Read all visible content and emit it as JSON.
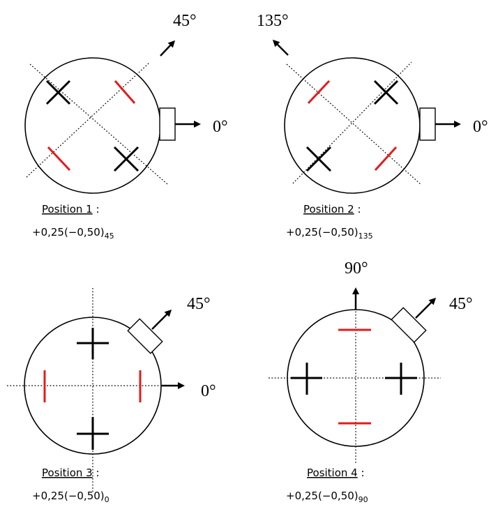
{
  "colors": {
    "black": "#000000",
    "red": "#e31b1b"
  },
  "diagrams": [
    {
      "id": "position1",
      "angle_labels": [
        "45°",
        "0°"
      ],
      "caption": {
        "title": "Position 1",
        "colon": " :",
        "formula": "+0,25(−0,50)",
        "subscript": "45"
      }
    },
    {
      "id": "position2",
      "angle_labels": [
        "135°",
        "0°"
      ],
      "caption": {
        "title": "Position 2",
        "colon": " :",
        "formula": "+0,25(−0,50)",
        "subscript": "135"
      }
    },
    {
      "id": "position3",
      "angle_labels": [
        "45°",
        "0°"
      ],
      "caption": {
        "title": "Position 3",
        "colon": " :",
        "formula": "+0,25(−0,50)",
        "subscript": "0"
      }
    },
    {
      "id": "position4",
      "angle_labels": [
        "90°",
        "45°"
      ],
      "caption": {
        "title": "Position 4",
        "colon": " :",
        "formula": "+0,25(−0,50)",
        "subscript": "90"
      }
    }
  ]
}
